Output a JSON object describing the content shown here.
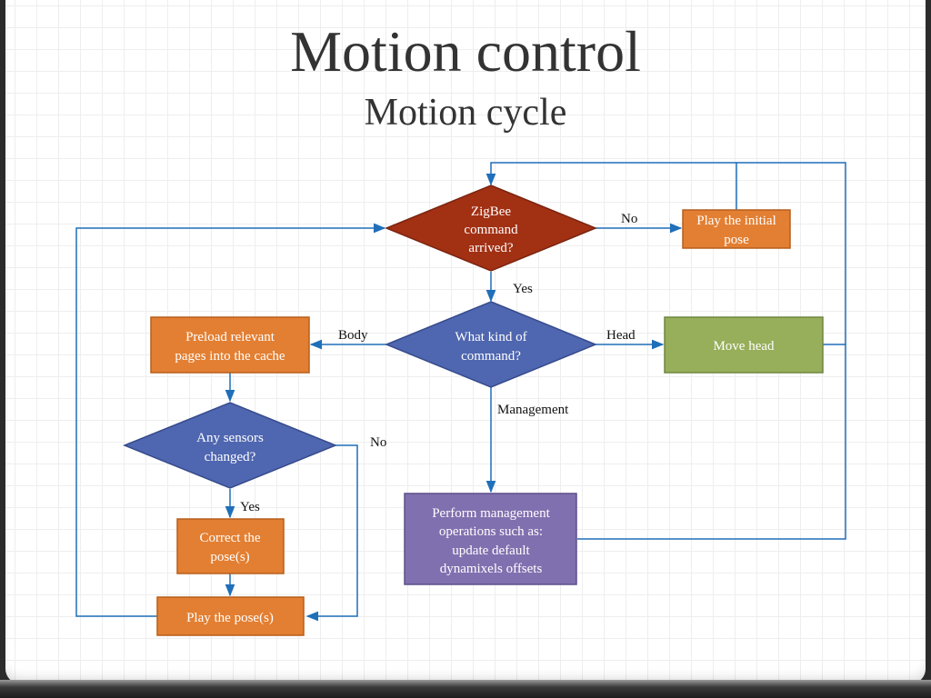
{
  "slide": {
    "title": "Motion control",
    "subtitle": "Motion cycle"
  },
  "colors": {
    "edge": "#1f6fb9",
    "decision_start": "#a23013",
    "decision": "#4f66b0",
    "process_orange": "#e37f32",
    "process_green": "#97ae5a",
    "process_purple": "#8170af"
  },
  "nodes": {
    "zigbee_decision": [
      "ZigBee",
      "command",
      "arrived?"
    ],
    "play_initial_pose": [
      "Play the initial",
      "pose"
    ],
    "command_kind_decision": [
      "What kind of",
      "command?"
    ],
    "move_head": [
      "Move head"
    ],
    "preload_pages": [
      "Preload relevant",
      "pages into the cache"
    ],
    "sensors_decision": [
      "Any sensors",
      "changed?"
    ],
    "correct_pose": [
      "Correct the",
      "pose(s)"
    ],
    "play_pose": [
      "Play the pose(s)"
    ],
    "management_ops": [
      "Perform management",
      "operations such as:",
      "update default",
      "dynamixels offsets"
    ]
  },
  "edge_labels": {
    "zigbee_no": "No",
    "zigbee_yes": "Yes",
    "kind_body": "Body",
    "kind_head": "Head",
    "kind_management": "Management",
    "sensors_no": "No",
    "sensors_yes": "Yes"
  }
}
